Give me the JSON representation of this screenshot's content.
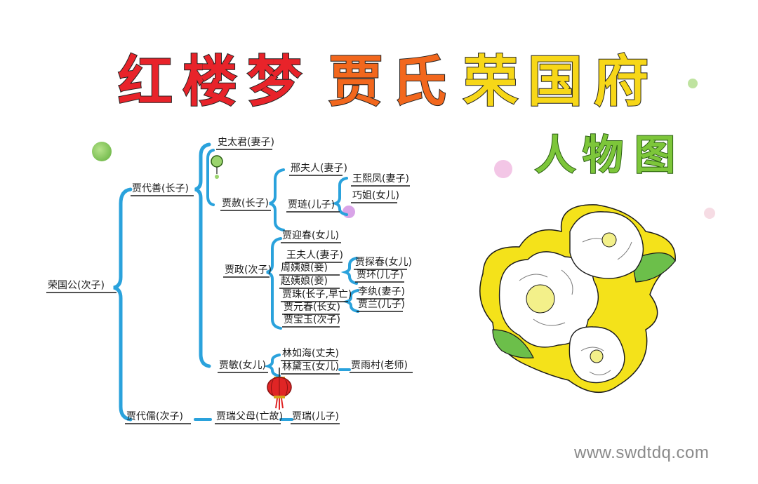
{
  "title": {
    "chars": [
      {
        "text": "红",
        "color": "#e8232a"
      },
      {
        "text": "楼",
        "color": "#e8232a"
      },
      {
        "text": "梦",
        "color": "#e8232a"
      },
      {
        "text": "贾",
        "color": "#f2671d"
      },
      {
        "text": "氏",
        "color": "#f2671d"
      },
      {
        "text": "荣",
        "color": "#f7d718"
      },
      {
        "text": "国",
        "color": "#f7d718"
      },
      {
        "text": "府",
        "color": "#f7d718"
      }
    ]
  },
  "subtitle": {
    "chars": [
      {
        "text": "人",
        "color": "#7dc63a"
      },
      {
        "text": "物",
        "color": "#7dc63a"
      },
      {
        "text": "图",
        "color": "#7dc63a"
      }
    ]
  },
  "nodes": {
    "rongguogong": "荣国公(次子)",
    "jia_daishan": "贾代善(长子)",
    "jia_dairu": "贾代儒(次子)",
    "shi_taijun": "史太君(妻子)",
    "jia_she": "贾赦(长子)",
    "xing_furen": "邢夫人(妻子)",
    "jia_lian": "贾琏(儿子)",
    "wang_xifeng": "王熙凤(妻子)",
    "qiao_jie": "巧姐(女儿)",
    "jia_zheng": "贾政(次子)",
    "jia_yingchun": "贾迎春(女儿)",
    "wang_furen": "王夫人(妻子)",
    "zhou_yiniang": "周姨娘(妾)",
    "zhao_yiniang": "赵姨娘(妾)",
    "jia_zhu": "贾珠(长子,早亡)",
    "jia_yuanchun": "贾元春(长女)",
    "jia_baoyu": "贾宝玉(次子)",
    "jia_tanchun": "贾探春(女儿)",
    "jia_huan": "贾环(儿子)",
    "li_wan": "李纨(妻子)",
    "jia_lan": "贾兰(儿子)",
    "jia_min": "贾敏(女儿)",
    "lin_ruhai": "林如海(丈夫)",
    "lin_daiyu": "林黛玉(女儿)",
    "jia_yucun": "贾雨村(老师)",
    "jia_rui_parents": "贾瑞父母(亡故)",
    "jia_rui": "贾瑞(儿子)"
  },
  "watermark": "www.swdtdq.com",
  "colors": {
    "bracket": "#2aa2dc",
    "ink": "#1a1a1a",
    "lantern": "#e02525",
    "flower_outline": "#f4e21a",
    "leaf": "#6cbf4a",
    "flower_center": "#f3f08a"
  }
}
